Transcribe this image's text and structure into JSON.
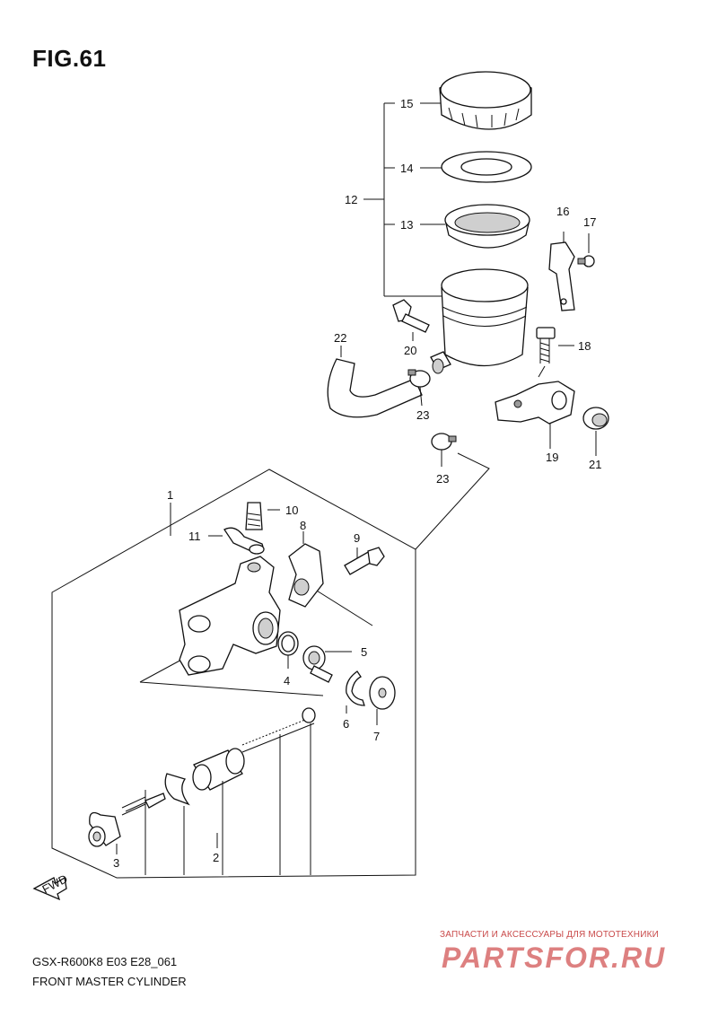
{
  "figure": {
    "title": "FIG.61"
  },
  "labels": {
    "l1": "1",
    "l2": "2",
    "l3": "3",
    "l4": "4",
    "l5": "5",
    "l6": "6",
    "l7": "7",
    "l8": "8",
    "l9": "9",
    "l10": "10",
    "l11": "11",
    "l12": "12",
    "l13": "13",
    "l14": "14",
    "l15": "15",
    "l16": "16",
    "l17": "17",
    "l18": "18",
    "l19": "19",
    "l20": "20",
    "l21": "21",
    "l22": "22",
    "l23a": "23",
    "l23b": "23"
  },
  "fwd_label": "FWD",
  "footer": {
    "model_code": "GSX-R600K8 E03 E28_061",
    "subtitle": "FRONT MASTER CYLINDER"
  },
  "watermark": {
    "tagline": "ЗАПЧАСТИ И АКСЕССУАРЫ ДЛЯ МОТОТЕХНИКИ",
    "logo_text": "PARTSFOR.RU",
    "color": "#c94a4a"
  }
}
